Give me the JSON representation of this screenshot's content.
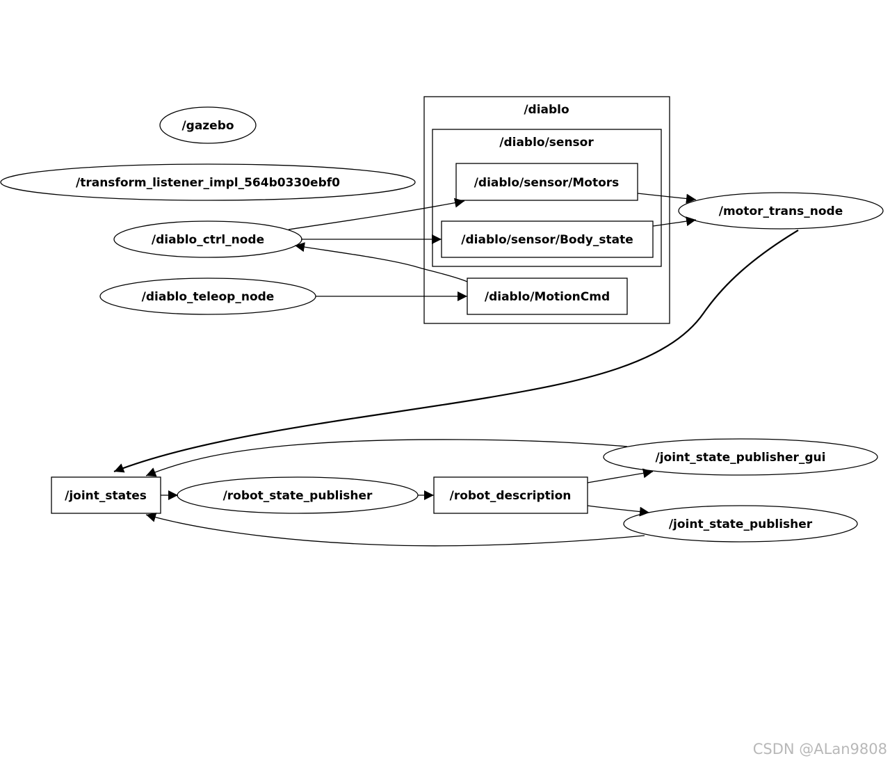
{
  "clusters": {
    "diablo": "/diablo",
    "diablo_sensor": "/diablo/sensor"
  },
  "nodes": {
    "gazebo": "/gazebo",
    "transform_listener": "/transform_listener_impl_564b0330ebf0",
    "diablo_ctrl_node": "/diablo_ctrl_node",
    "diablo_teleop_node": "/diablo_teleop_node",
    "motor_trans_node": "/motor_trans_node",
    "robot_state_publisher": "/robot_state_publisher",
    "joint_state_publisher_gui": "/joint_state_publisher_gui",
    "joint_state_publisher": "/joint_state_publisher"
  },
  "topics": {
    "motors": "/diablo/sensor/Motors",
    "body_state": "/diablo/sensor/Body_state",
    "motion_cmd": "/diablo/MotionCmd",
    "joint_states": "/joint_states",
    "robot_description": "/robot_description"
  },
  "watermark": "CSDN @ALan9808"
}
